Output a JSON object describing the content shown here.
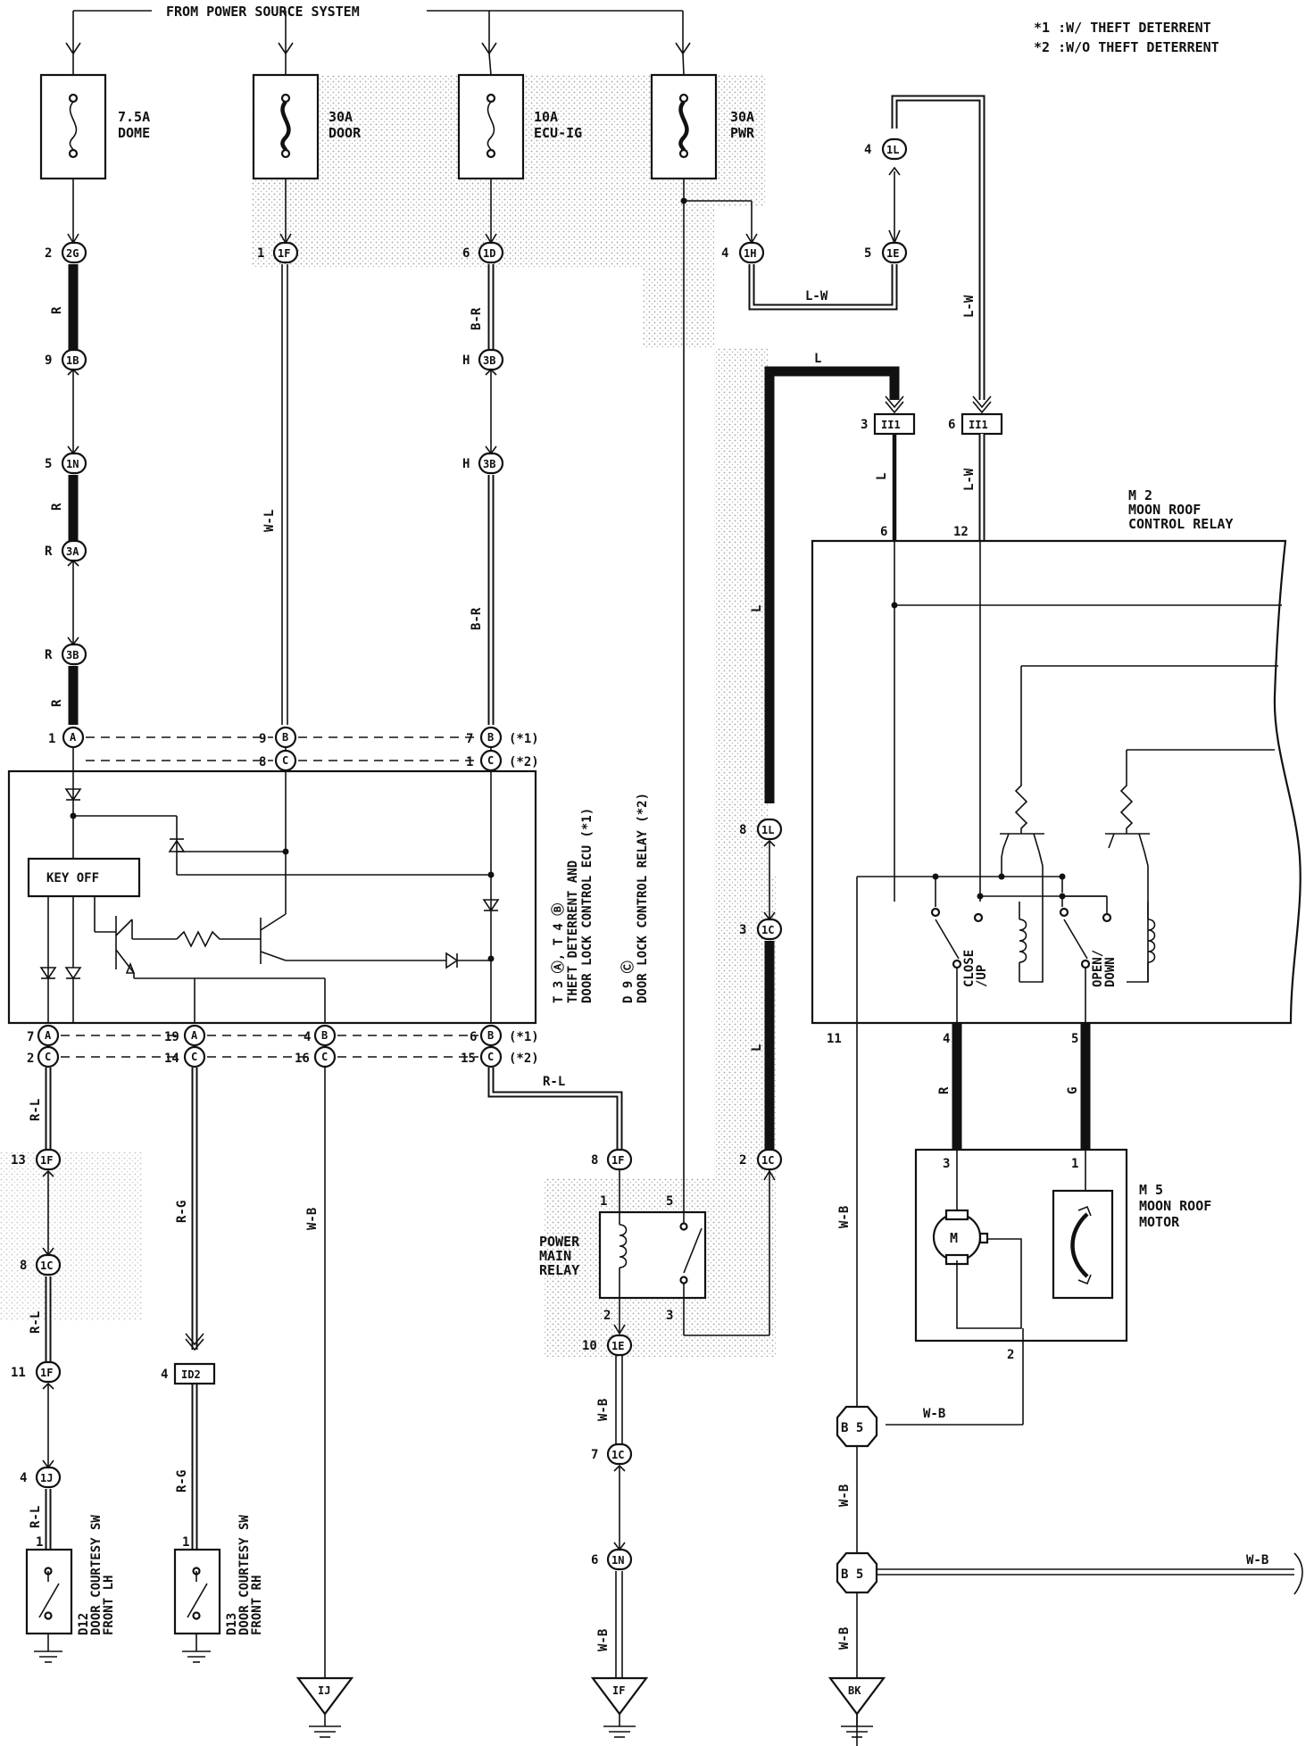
{
  "header": {
    "power_source": "FROM POWER SOURCE SYSTEM",
    "note1": "*1 :W/ THEFT DETERRENT",
    "note2": "*2 :W/O THEFT DETERRENT"
  },
  "fuses": [
    {
      "amp": "7.5A",
      "name": "DOME"
    },
    {
      "amp": "30A",
      "name": "DOOR"
    },
    {
      "amp": "10A",
      "name": "ECU-IG"
    },
    {
      "amp": "30A",
      "name": "PWR"
    }
  ],
  "connectors": {
    "2G": "2G",
    "1B": "1B",
    "1N": "1N",
    "3A": "3A",
    "3B": "3B",
    "1F": "1F",
    "1D": "1D",
    "1H": "1H",
    "1E": "1E",
    "1L": "1L",
    "1C": "1C",
    "1J": "1J",
    "II1": "II1",
    "ID2": "ID2",
    "IJ": "IJ",
    "IF": "IF",
    "BK": "BK",
    "B5": "B 5"
  },
  "pin_letters": {
    "A": "A",
    "B": "B",
    "C": "C"
  },
  "wires": {
    "R": "R",
    "WL": "W-L",
    "BR": "B-R",
    "LW": "L-W",
    "L": "L",
    "RL": "R-L",
    "RG": "R-G",
    "WB": "W-B",
    "G": "G"
  },
  "pins": {
    "p1": "1",
    "p2": "2",
    "p3": "3",
    "p4": "4",
    "p5": "5",
    "p6": "6",
    "p7": "7",
    "p8": "8",
    "p9": "9",
    "p10": "10",
    "p11": "11",
    "p12": "12",
    "p13": "13",
    "p14": "14",
    "p15": "15",
    "p16": "16",
    "p19": "19",
    "pR": "R",
    "pH": "H"
  },
  "notes": {
    "n1": "(*1)",
    "n2": "(*2)"
  },
  "ecu": {
    "key_off": "KEY OFF",
    "line1": "T 3 Ⓐ, T 4 Ⓑ",
    "line2": "THEFT DETERRENT AND",
    "line3": "DOOR LOCK CONTROL ECU (*1)",
    "line4": "D 9 Ⓒ",
    "line5": "DOOR LOCK CONTROL RELAY (*2)"
  },
  "relay_m2": {
    "id": "M 2",
    "line1": "MOON ROOF",
    "line2": "CONTROL RELAY",
    "close_up_1": "CLOSE",
    "close_up_2": "/UP",
    "open_down_1": "OPEN/",
    "open_down_2": "DOWN"
  },
  "motor_m5": {
    "id": "M 5",
    "line1": "MOON ROOF",
    "line2": "MOTOR",
    "symbol": "M"
  },
  "power_main_relay": {
    "line1": "POWER",
    "line2": "MAIN",
    "line3": "RELAY"
  },
  "switches": {
    "d12_id": "D12",
    "d12_l1": "DOOR COURTESY SW",
    "d12_l2": "FRONT LH",
    "d13_id": "D13",
    "d13_l1": "DOOR COURTESY SW",
    "d13_l2": "FRONT RH"
  }
}
